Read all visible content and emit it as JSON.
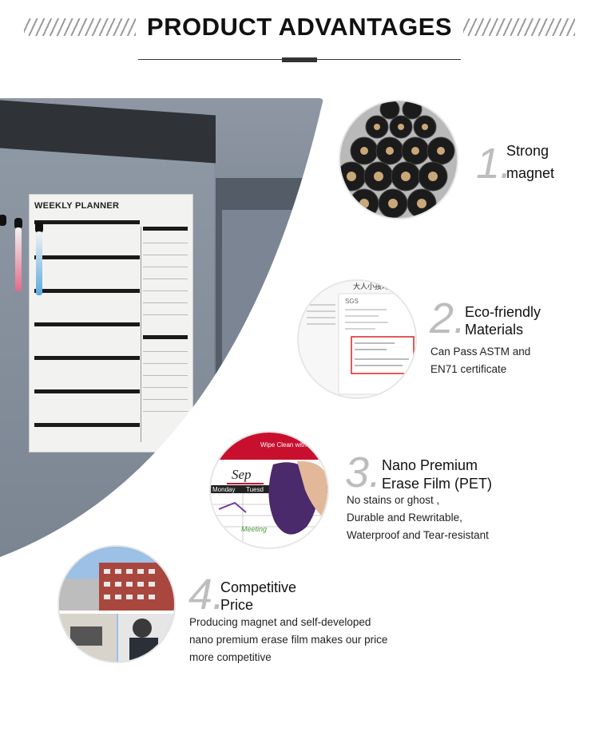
{
  "header": {
    "title": "PRODUCT ADVANTAGES"
  },
  "hero": {
    "planner_title": "WEEKLY PLANNER"
  },
  "features": [
    {
      "number": "1.",
      "title_line1": "Strong",
      "title_line2": "magnet",
      "desc": []
    },
    {
      "number": "2.",
      "title_line1": "Eco-friendly",
      "title_line2": "Materials",
      "desc": [
        "Can Pass ASTM and",
        "EN71 certificate"
      ]
    },
    {
      "number": "3.",
      "title_line1": "Nano Premium",
      "title_line2": "Erase Film (PET)",
      "desc": [
        "No stains or ghost ,",
        "Durable and Rewritable,",
        "Waterproof and Tear-resistant"
      ]
    },
    {
      "number": "4.",
      "title_line1": "Competitive",
      "title_line2": "Price",
      "desc": [
        "Producing magnet and self-developed",
        "nano premium erase film makes our price",
        "more competitive"
      ]
    }
  ],
  "circles": {
    "c2_title": "大人小孩均可",
    "c2_label": "SGS",
    "c3_banner": "Wipe Clean with",
    "c3_word": "Sep",
    "c3_days": [
      "Monday",
      "Tuesd"
    ],
    "c3_meeting": "Meeting"
  },
  "colors": {
    "heading": "#111111",
    "number": "#bdbdbd",
    "accent_red": "#c8102e"
  }
}
